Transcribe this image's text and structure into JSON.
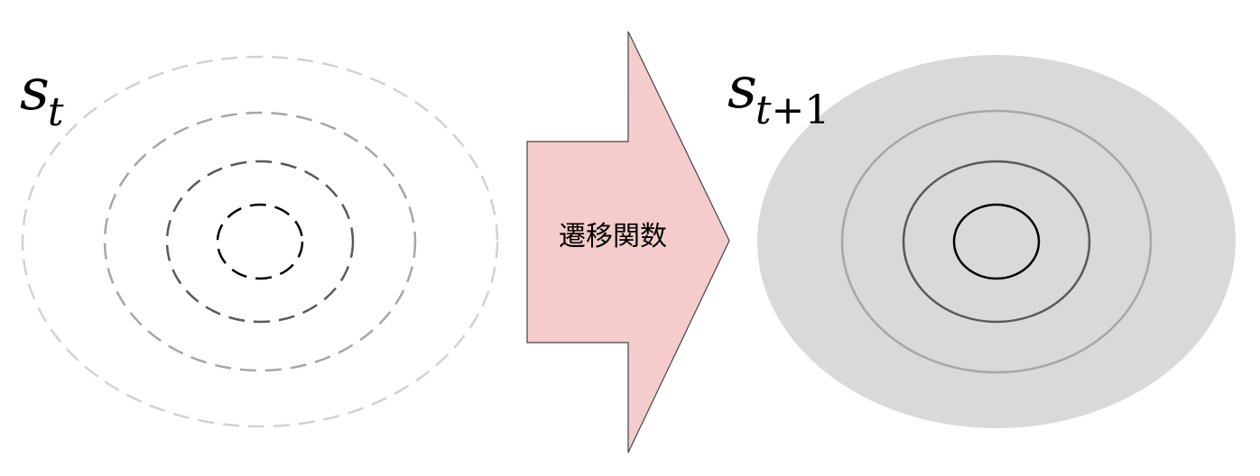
{
  "state_t": {
    "label_base": "s",
    "label_sub": "t"
  },
  "state_t1": {
    "label_base": "s",
    "label_sub_var": "t",
    "label_sub_rest": "+1"
  },
  "arrow": {
    "label": "遷移関数"
  },
  "colors": {
    "arrow_fill": "#f4cccc",
    "arrow_stroke": "#444444",
    "distribution_fill": "#d9d9d9",
    "contour_outer": "#cccccc",
    "contour_second": "#999999",
    "contour_third": "#555555",
    "contour_inner": "#000000"
  }
}
